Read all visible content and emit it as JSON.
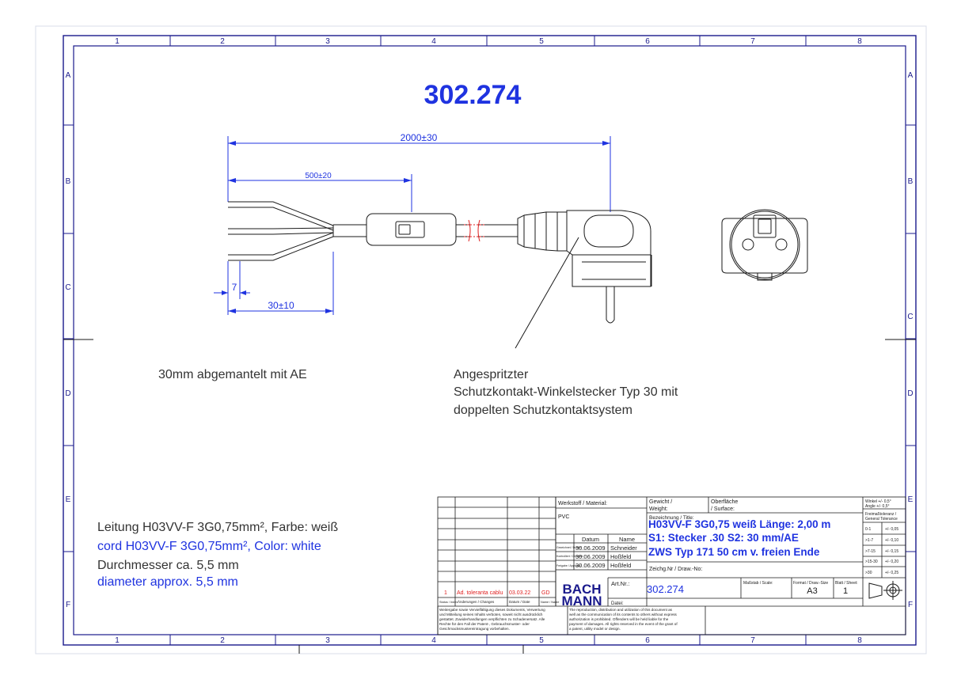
{
  "drawing_number": "302.274",
  "grid": {
    "columns": [
      "1",
      "2",
      "3",
      "4",
      "5",
      "6",
      "7",
      "8"
    ],
    "rows": [
      "A",
      "B",
      "C",
      "D",
      "E",
      "F"
    ]
  },
  "dimensions": {
    "overall": "2000±30",
    "switch_position": "500±20",
    "strip_length": "30±10",
    "strip_end": "7"
  },
  "notes": {
    "strip_note": "30mm abgemantelt mit AE",
    "plug_note_1": "Angespritzter",
    "plug_note_2": "Schutzkontakt-Winkelstecker Typ 30 mit",
    "plug_note_3": "doppelten Schutzkontaktsystem"
  },
  "spec": {
    "line1": "Leitung H03VV-F 3G0,75mm², Farbe: weiß",
    "line2": "cord H03VV-F 3G0,75mm², Color: white",
    "line3": "Durchmesser ca. 5,5 mm",
    "line4": "diameter approx. 5,5 mm"
  },
  "title_block": {
    "material_label": "Werkstoff / Material:",
    "material_value": "PVC",
    "weight_label_1": "Gewicht /",
    "weight_label_2": "Weight:",
    "surface_label_1": "Oberfläche",
    "surface_label_2": "/ Surface:",
    "title_label": "Bezeichnung / Title:",
    "title_line1": "H03VV-F 3G0,75 weiß  Länge: 2,00 m",
    "title_line2": " S1: Stecker .30  S2:    30 mm/AE",
    "title_line3": "ZWS Typ 171 50 cm v. freien Ende",
    "datum_header": "Datum",
    "name_header": "Name",
    "row_drawn_label": "Gezeichnet / Drawn",
    "row_drawn_date": "30.06.2009",
    "row_drawn_name": "Schneider",
    "row_checked_label": "Kontrolliert / Checked",
    "row_checked_date": "30.06.2009",
    "row_checked_name": "Hoßfeld",
    "row_approved_label": "Freigabe / Approval",
    "row_approved_date": "30.06.2009",
    "row_approved_name": "Hoßfeld",
    "drawno_label": "Zeichg.Nr / Draw.-No:",
    "artnr_label": "Art.Nr.:",
    "artnr_value": "302.274",
    "file_label": "Datei:",
    "scale_label": "Maßstab / Scale:",
    "format_label": "Format / Draw.-Size",
    "format_value": "A3",
    "sheet_label": "Blatt / Sheet:",
    "sheet_value": "1",
    "logo_line1": "BACH",
    "logo_line2": "MANN",
    "revision_status": "1",
    "revision_change": "Ad. toleranta cablu",
    "revision_date": "03.03.22",
    "revision_name": "GD",
    "status_header": "Status / Index",
    "changes_header": "Änderungen / Changes",
    "date_header": "Datum / Date",
    "name_header_rev": "Name / Name",
    "angle_tol_1": "Winkel +/- 0,5°",
    "angle_tol_2": "Angle +/- 0,5°",
    "gen_tol_1": "Freimaßtoleranz /",
    "gen_tol_2": "General Tolerance",
    "tolerances": [
      {
        "range": "0-1",
        "tol": "+/- 0,05"
      },
      {
        "range": ">1-7",
        "tol": "+/- 0,10"
      },
      {
        "range": ">7-15",
        "tol": "+/- 0,15"
      },
      {
        "range": ">15-30",
        "tol": "+/- 0,20"
      },
      {
        "range": ">30",
        "tol": "+/- 0,25"
      }
    ],
    "copyright_de": [
      "Weitergabe sowie Vervielfältigung dieses Dokuments, Verwertung",
      "und Mitteilung seines Inhalts verboten, soweit nicht ausdrücklich",
      "gestattet. Zuwiderhandlungen verpflichten zu Schadenersatz. Alle",
      "Rechte für den Fall der Patent-, Gebrauchsmuster- oder",
      "Geschmacksmustereintragung vorbehalten."
    ],
    "copyright_en": [
      "The reproduction, distribution and utilization of this document as",
      "well as the communication of its contents to others without express",
      "authorization is prohibited. Offenders will be held liable for the",
      "payment of damages. All rights reserved in the event of the grant of",
      "a patent, utility model or design."
    ]
  },
  "colors": {
    "frame": "#1a1a8c",
    "ink": "#1a1a1a",
    "dimension": "#1f33e0",
    "title_blue": "#1f33e0",
    "revision_red": "#e02020"
  }
}
